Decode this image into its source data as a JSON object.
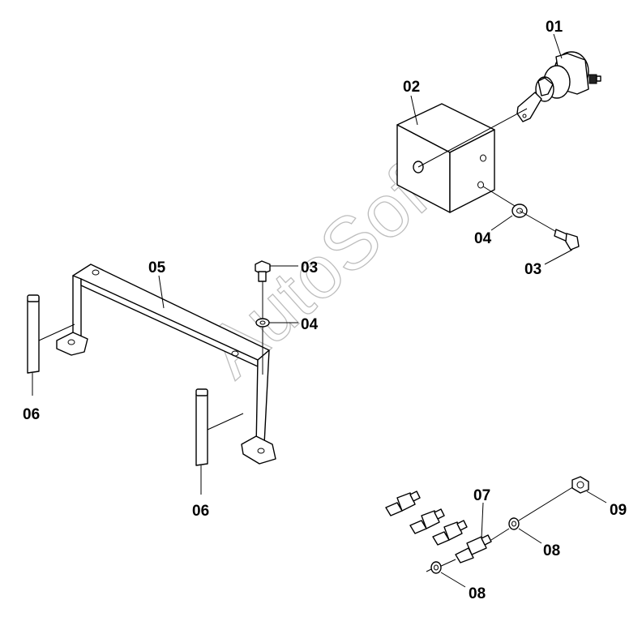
{
  "watermark": "AutoSoft",
  "labels": {
    "p01": "01",
    "p02": "02",
    "p03a": "03",
    "p03b": "03",
    "p04a": "04",
    "p04b": "04",
    "p05": "05",
    "p06a": "06",
    "p06b": "06",
    "p07": "07",
    "p08a": "08",
    "p08b": "08",
    "p09": "09"
  },
  "colors": {
    "line": "#000000",
    "background": "#ffffff",
    "watermark": "#bdbdbd"
  }
}
